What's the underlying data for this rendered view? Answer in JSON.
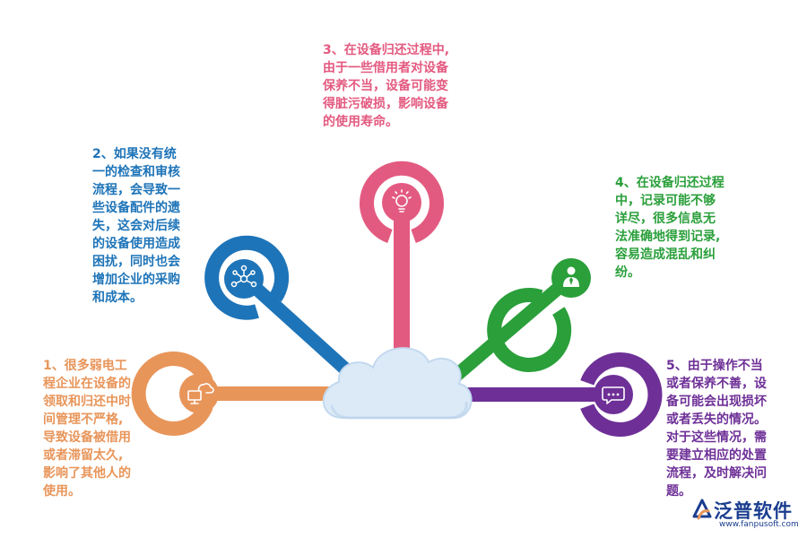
{
  "colors": {
    "item1": "#e8955a",
    "item2": "#1e74b8",
    "item3": "#e35a80",
    "item4": "#2a9f3a",
    "item5": "#6e3097",
    "cloud": "#dceaf8",
    "logo": "#1a3d8f"
  },
  "items": [
    {
      "number": "1",
      "text": "1、很多弱电工\n程企业在设备的\n领取和归还中时\n间管理不严格,\n导致设备被借用\n或者滞留太久,\n影响了其他人的\n使用。",
      "icon": "cloud-monitor-icon"
    },
    {
      "number": "2",
      "text": "2、如果没有统\n一的检查和审核\n流程，会导致一\n些设备配件的遗\n失，这会对后续\n的设备使用造成\n困扰，同时也会\n增加企业的采购\n和成本。",
      "icon": "network-nodes-icon"
    },
    {
      "number": "3",
      "text": "3、在设备归还过程中,\n由于一些借用者对设备\n保养不当，设备可能变\n得脏污破损，影响设备\n的使用寿命。",
      "icon": "lightbulb-icon"
    },
    {
      "number": "4",
      "text": "4、在设备归还过程\n中，记录可能不够\n详尽，很多信息无\n法准确地得到记录,\n容易造成混乱和纠\n纷。",
      "icon": "person-icon"
    },
    {
      "number": "5",
      "text": "5、由于操作不当\n或者保养不善，设\n备可能会出现损坏\n或者丢失的情况。\n对于这些情况，需\n要建立相应的处置\n流程，及时解决问\n题。",
      "icon": "chat-bubble-icon"
    }
  ],
  "logo": {
    "name": "泛普软件",
    "url": "www.fanpusoft.com"
  }
}
